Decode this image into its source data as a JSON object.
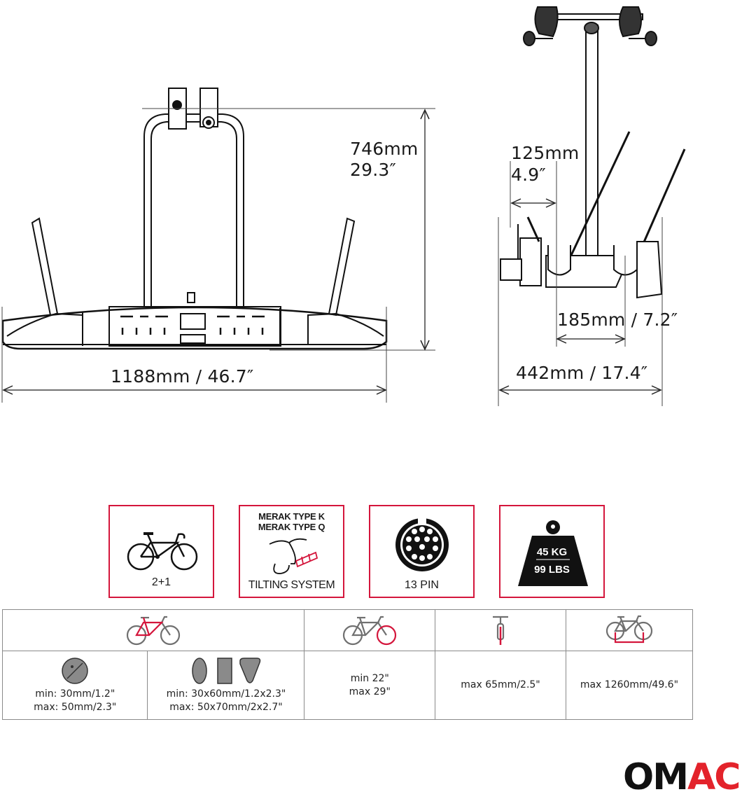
{
  "front_view": {
    "height_mm": "746mm",
    "height_in": "29.3″",
    "width_label": "1188mm / 46.7″"
  },
  "side_view": {
    "offset_mm": "125mm",
    "offset_in": "4.9″",
    "wheel_spacing_label": "185mm / 7.2″",
    "depth_label": "442mm / 17.4″"
  },
  "features": [
    {
      "icon": "bicycle-icon",
      "caption": "2+1"
    },
    {
      "icon": "tilting-hitch-icon",
      "line1": "MERAK TYPE K",
      "line2": "MERAK TYPE Q",
      "caption": "TILTING SYSTEM"
    },
    {
      "icon": "13-pin-plug-icon",
      "caption": "13 PIN"
    },
    {
      "icon": "weight-icon",
      "weight_kg": "45 KG",
      "weight_lbs": "99 LBS"
    }
  ],
  "spec_table": {
    "headers": [
      {
        "icon": "bike-frame-highlight-icon"
      },
      {
        "icon": "bike-wheel-highlight-icon"
      },
      {
        "icon": "tire-width-icon"
      },
      {
        "icon": "wheelbase-icon"
      }
    ],
    "frame_round": {
      "icon": "round-tube-icon",
      "min": "min: 30mm/1.2\"",
      "max": "max: 50mm/2.3\""
    },
    "frame_shaped": {
      "icons": [
        "oval-tube-icon",
        "rectangular-tube-icon",
        "triangular-tube-icon"
      ],
      "min": "min: 30x60mm/1.2x2.3\"",
      "max": "max: 50x70mm/2x2.7\""
    },
    "wheel_size": {
      "min": "min 22\"",
      "max": "max 29\""
    },
    "tire_width": {
      "value": "max 65mm/2.5\""
    },
    "wheelbase": {
      "value": "max 1260mm/49.6\""
    }
  },
  "logo": {
    "part1": "OM",
    "part2": "AC"
  },
  "colors": {
    "accent_red": "#d4163c",
    "logo_red": "#e3232b",
    "icon_gray": "#707070"
  }
}
